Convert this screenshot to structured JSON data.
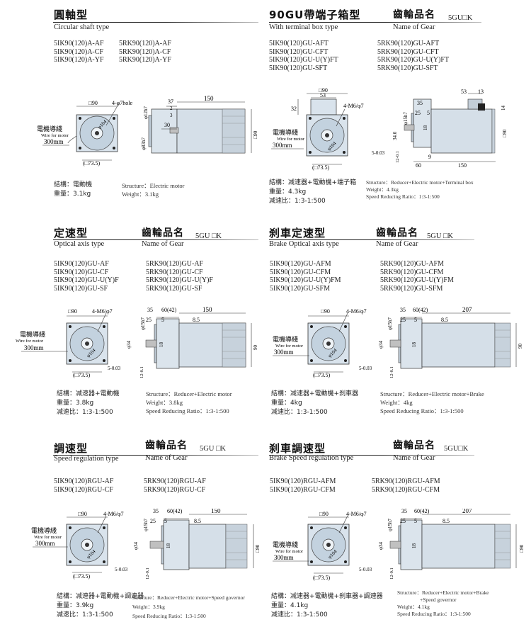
{
  "sections": [
    {
      "title_zh": "圓軸型",
      "title_en": "Circular shaft type",
      "models_left": [
        "5IK90(120)A-AF",
        "5IK90(120)A-CF",
        "5IK90(120)A-YF"
      ],
      "models_right": [
        "5RK90(120)A-AF",
        "5RK90(120)A-CF",
        "5RK90(120)A-YF"
      ],
      "wire_zh": "電機導綫",
      "wire_en": "Wire for motor",
      "wire_len": "300mm",
      "specs_zh": [
        "結構：電動機",
        "重量：3.1kg"
      ],
      "specs_en": [
        "Structure：Electric motor",
        "Weight：3.1kg"
      ]
    },
    {
      "title_zh": "90GU帶端子箱型",
      "title_en": "With terminal box type",
      "gear_zh": "齒輪品名",
      "gear_en": "Name of Gear",
      "gear_code": "5GU□K",
      "models_left": [
        "5IK90(120)GU-AFT",
        "5IK90(120)GU-CFT",
        "5IK90(120)GU-U(Y)FT",
        "5IK90(120)GU-SFT"
      ],
      "models_right": [
        "5RK90(120)GU-AFT",
        "5RK90(120)GU-CFT",
        "5RK90(120)GU-U(Y)FT",
        "5RK90(120)GU-SFT"
      ],
      "wire_zh": "電機導綫",
      "wire_en": "Wire for motor",
      "wire_len": "300mm",
      "specs_zh": [
        "結構：减速器+電動機+端子箱",
        "重量：4.3kg",
        "减速比：1:3-1:500"
      ],
      "specs_en": [
        "Structure：Reducer+Electric motor+Terminal box",
        "Weight：4.3kg",
        "Speed Reducing Ratio：1:3-1:500"
      ]
    },
    {
      "title_zh": "定速型",
      "title_en": "Optical axis type",
      "gear_zh": "齒輪品名",
      "gear_en": "Name of Gear",
      "gear_code": "5GU □K",
      "models_left": [
        "5IK90(120)GU-AF",
        "5IK90(120)GU-CF",
        "5IK90(120)GU-U(Y)F",
        "5IK90(120)GU-SF"
      ],
      "models_right": [
        "5RK90(120)GU-AF",
        "5RK90(120)GU-CF",
        "5RK90(120)GU-U(Y)F",
        "5RK90(120)GU-SF"
      ],
      "wire_zh": "電機導綫",
      "wire_en": "Wire for motor",
      "wire_len": "300mm",
      "specs_zh": [
        "結構：减速器+電動機",
        "重量：3.8kg",
        "减速比：1:3-1:500"
      ],
      "specs_en": [
        "Structure：Reducer+Electric motor",
        "Weight：3.8kg",
        "Speed Reducing Ratio：1:3-1:500"
      ]
    },
    {
      "title_zh": "刹車定速型",
      "title_en": "Brake Optical axis type",
      "gear_zh": "齒輪品名",
      "gear_en": "Name of Gear",
      "gear_code": "5GU □K",
      "models_left": [
        "5IK90(120)GU-AFM",
        "5IK90(120)GU-CFM",
        "5IK90(120)GU-U(Y)FM",
        "5IK90(120)GU-SFM"
      ],
      "models_right": [
        "5RK90(120)GU-AFM",
        "5RK90(120)GU-CFM",
        "5RK90(120)GU-U(Y)FM",
        "5RK90(120)GU-SFM"
      ],
      "wire_zh": "電機導綫",
      "wire_en": "Wire for motor",
      "wire_len": "300mm",
      "specs_zh": [
        "結構：减速器+電動機+刹車器",
        "重量：4kg",
        "减速比：1:3-1:500"
      ],
      "specs_en": [
        "Structure：Reducer+Electric motor+Brake",
        "Weight：4kg",
        "Speed Reducing Ratio：1:3-1:500"
      ]
    },
    {
      "title_zh": "調速型",
      "title_en": "Speed regulation type",
      "gear_zh": "齒輪品名",
      "gear_en": "Name of Gear",
      "gear_code": "5GU □K",
      "models_left": [
        "5IK90(120)RGU-AF",
        "5IK90(120)RGU-CF"
      ],
      "models_right": [
        "5RK90(120)RGU-AF",
        "5RK90(120)RGU-CF"
      ],
      "wire_zh": "電機導綫",
      "wire_en": "Wire for motor",
      "wire_len": "300mm",
      "specs_zh": [
        "結構：减速器+電動機+調速器",
        "重量：3.9kg",
        "减速比：1:3-1:500"
      ],
      "specs_en": [
        "Structure：Reducer+Electric motor+Speed governor",
        "Weight：3.9kg",
        "Speed Reducing Ratio：1:3-1:500"
      ]
    },
    {
      "title_zh": "刹車調速型",
      "title_en": "Brake Speed regulation type",
      "gear_zh": "齒輪品名",
      "gear_en": "Name of Gear",
      "gear_code": "5GU□K",
      "models_left": [
        "5IK90(120)RGU-AFM",
        "5IK90(120)RGU-CFM"
      ],
      "models_right": [
        "5RK90(120)RGU-AFM",
        "5RK90(120)RGU-CFM"
      ],
      "wire_zh": "電機導綫",
      "wire_en": "Wire for motor",
      "wire_len": "300mm",
      "specs_zh": [
        "結構：减速器+電動機+刹車器+調速器",
        "重量：4.1kg",
        "减速比：1:3-1:500"
      ],
      "specs_en": [
        "Structure：Reducer+Electric motor+Brake",
        "+Speed governor",
        "Weight：4.1kg",
        "Speed Reducing Ratio：1:3-1:500"
      ]
    }
  ],
  "dims": {
    "sq90": "□90",
    "sq735": "(□73.5)",
    "hole7": "4-φ7hole",
    "m6": "4-M6/φ7",
    "phi104": "φ104",
    "phi12h7": "φ12h7",
    "phi15h7": "φ15h7",
    "phi83h7": "φ83h7",
    "phi34": "φ34",
    "d2": "2",
    "d3": "3",
    "d5": "5",
    "d8_5": "8.5",
    "d9": "9",
    "d13": "13",
    "d14": "14",
    "d18": "18",
    "d25": "25",
    "d30": "30",
    "d32": "32",
    "d34_0": "34.0",
    "d35": "35",
    "d37": "37",
    "d53": "53",
    "d60": "60",
    "d60_42": "60(42)",
    "d90": "90",
    "d150": "150",
    "d207": "207",
    "tol5": "5-0.03",
    "tol12": "12-0.1"
  }
}
